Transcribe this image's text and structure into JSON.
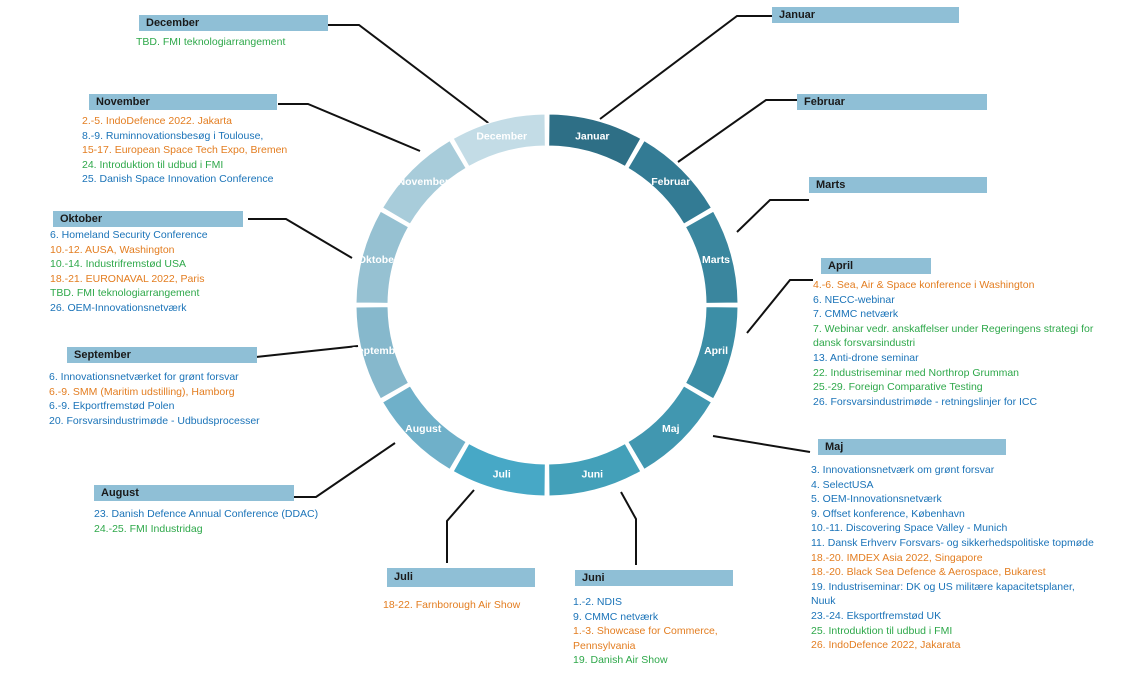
{
  "colors": {
    "blue": "#1a73b8",
    "orange": "#e37d20",
    "green": "#2ea84a",
    "header_bg": "#8fbfd6"
  },
  "wheel": {
    "segments": [
      {
        "label": "Januar",
        "color": "#2e6f86",
        "text_color": "#ffffff"
      },
      {
        "label": "Februar",
        "color": "#337b94",
        "text_color": "#ffffff"
      },
      {
        "label": "Marts",
        "color": "#3a869e",
        "text_color": "#ffffff"
      },
      {
        "label": "April",
        "color": "#3c8ea6",
        "text_color": "#ffffff"
      },
      {
        "label": "Maj",
        "color": "#4197b0",
        "text_color": "#ffffff"
      },
      {
        "label": "Juni",
        "color": "#43a0b9",
        "text_color": "#ffffff"
      },
      {
        "label": "Juli",
        "color": "#47a8c6",
        "text_color": "#ffffff"
      },
      {
        "label": "August",
        "color": "#6fb0c9",
        "text_color": "#ffffff"
      },
      {
        "label": "September",
        "color": "#86b8cc",
        "text_color": "#ffffff"
      },
      {
        "label": "Oktober",
        "color": "#96c1d2",
        "text_color": "#ffffff"
      },
      {
        "label": "November",
        "color": "#a8ccda",
        "text_color": "#ffffff"
      },
      {
        "label": "December",
        "color": "#c3dce6",
        "text_color": "#ffffff"
      }
    ]
  },
  "months": {
    "januar": {
      "title": "Januar",
      "events": []
    },
    "februar": {
      "title": "Februar",
      "events": []
    },
    "marts": {
      "title": "Marts",
      "events": []
    },
    "april": {
      "title": "April",
      "events": [
        {
          "text": "4.-6. Sea, Air & Space konference i Washington",
          "color": "orange"
        },
        {
          "text": "6. NECC-webinar",
          "color": "blue"
        },
        {
          "text": "7. CMMC netværk",
          "color": "blue"
        },
        {
          "text": "7. Webinar vedr. anskaffelser under Regeringens strategi for dansk forsvarsindustri",
          "color": "green",
          "wrap": true
        },
        {
          "text": "13. Anti-drone seminar",
          "color": "blue"
        },
        {
          "text": "22. Industriseminar med Northrop Grumman",
          "color": "green"
        },
        {
          "text": "25.-29. Foreign Comparative Testing",
          "color": "green"
        },
        {
          "text": "26. Forsvarsindustrimøde - retningslinjer for ICC",
          "color": "blue"
        }
      ]
    },
    "maj": {
      "title": "Maj",
      "events": [
        {
          "text": "3. Innovationsnetværk om grønt forsvar",
          "color": "blue"
        },
        {
          "text": "4. SelectUSA",
          "color": "blue"
        },
        {
          "text": "5.  OEM-Innovationsnetværk",
          "color": "blue"
        },
        {
          "text": "9. Offset konference, København",
          "color": "blue"
        },
        {
          "text": "10.-11. Discovering Space Valley - Munich",
          "color": "blue"
        },
        {
          "text": "11. Dansk Erhverv Forsvars- og sikkerhedspolitiske topmøde",
          "color": "blue",
          "wrap": true
        },
        {
          "text": "18.-20. IMDEX Asia 2022, Singapore",
          "color": "orange"
        },
        {
          "text": "18.-20. Black Sea Defence & Aerospace, Bukarest",
          "color": "orange"
        },
        {
          "text": "19. Industriseminar: DK og US militære kapacitetsplaner, Nuuk",
          "color": "blue",
          "wrap": true
        },
        {
          "text": "23.-24. Eksportfremstød UK",
          "color": "blue"
        },
        {
          "text": "25. Introduktion til udbud i FMI",
          "color": "green"
        },
        {
          "text": "26. IndoDefence 2022, Jakarata",
          "color": "orange"
        }
      ]
    },
    "juni": {
      "title": "Juni",
      "events": [
        {
          "text": "1.-2. NDIS",
          "color": "blue"
        },
        {
          "text": "9. CMMC netværk",
          "color": "blue"
        },
        {
          "text": "1.-3. Showcase for Commerce, Pennsylvania",
          "color": "orange",
          "wrap": true
        },
        {
          "text": "19. Danish Air Show",
          "color": "green"
        }
      ]
    },
    "juli": {
      "title": "Juli",
      "events": [
        {
          "text": "18-22. Farnborough Air Show",
          "color": "orange"
        }
      ]
    },
    "august": {
      "title": "August",
      "events": [
        {
          "text": "23. Danish Defence Annual Conference (DDAC)",
          "color": "blue"
        },
        {
          "text": "24.-25. FMI Industridag",
          "color": "green"
        }
      ]
    },
    "september": {
      "title": "September",
      "events": [
        {
          "text": "6. Innovationsnetværket for grønt forsvar",
          "color": "blue"
        },
        {
          "text": "6.-9. SMM (Maritim udstilling), Hamborg",
          "color": "orange"
        },
        {
          "text": "6.-9. Ekportfremstød Polen",
          "color": "blue"
        },
        {
          "text": "20. Forsvarsindustrimøde - Udbudsprocesser",
          "color": "blue"
        }
      ]
    },
    "oktober": {
      "title": "Oktober",
      "events": [
        {
          "text": "6. Homeland Security Conference",
          "color": "blue"
        },
        {
          "text": "10.-12. AUSA, Washington",
          "color": "orange"
        },
        {
          "text": "10.-14. Industrifremstød USA",
          "color": "green"
        },
        {
          "text": "18.-21. EURONAVAL 2022, Paris",
          "color": "orange"
        },
        {
          "text": "TBD. FMI teknologiarrangement",
          "color": "green"
        },
        {
          "text": "26. OEM-Innovationsnetværk",
          "color": "blue"
        }
      ]
    },
    "november": {
      "title": "November",
      "events": [
        {
          "text": "2.-5. IndoDefence 2022. Jakarta",
          "color": "orange"
        },
        {
          "text": "8.-9. Ruminnovationsbesøg i Toulouse,",
          "color": "blue"
        },
        {
          "text": "15-17. European Space Tech Expo, Bremen",
          "color": "orange"
        },
        {
          "text": "24. Introduktion til udbud i FMI",
          "color": "green"
        },
        {
          "text": "25. Danish Space Innovation Conference",
          "color": "blue"
        }
      ]
    },
    "december": {
      "title": "December",
      "events": [
        {
          "text": "TBD. FMI teknologiarrangement",
          "color": "green"
        }
      ]
    }
  }
}
